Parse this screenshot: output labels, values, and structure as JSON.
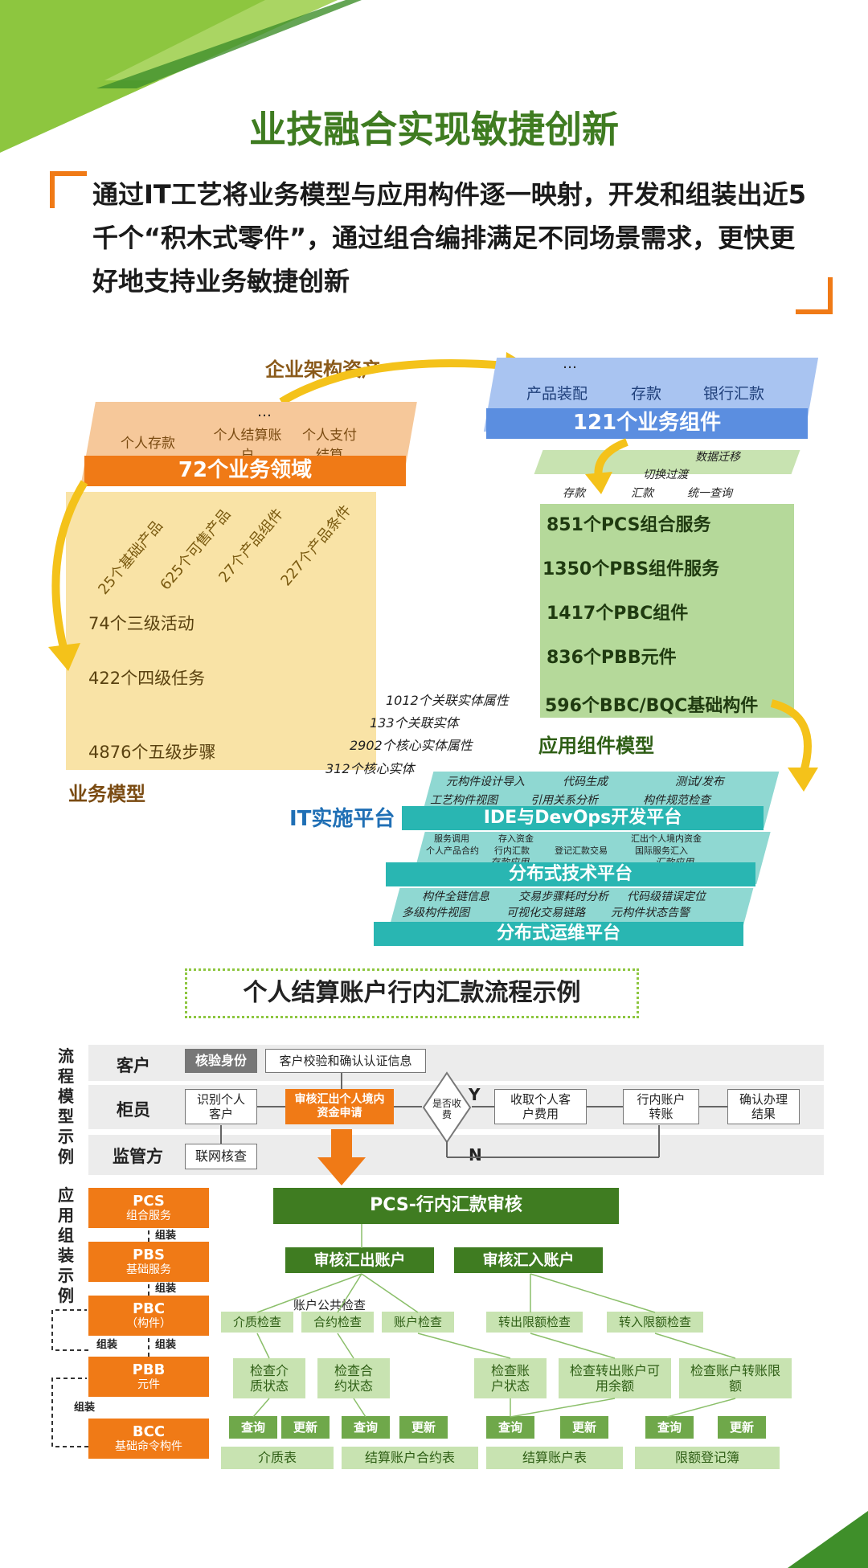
{
  "title": "业技融合实现敏捷创新",
  "intro": "通过IT工艺将业务模型与应用构件逐一映射，开发和组装出近5千个“积木式零件”，通过组合编排满足不同场景需求，更快更好地支持业务敏捷创新",
  "architecture": {
    "enterprise_assets": "企业架构资产",
    "business_domain": {
      "title": "72个业务领域",
      "ellipsis": "…",
      "items": [
        "个人存款",
        "个人结算账户",
        "个人支付结算"
      ]
    },
    "business_component": {
      "title": "121个业务组件",
      "ellipsis": "…",
      "items": [
        "产品装配",
        "存款",
        "银行汇款"
      ]
    },
    "business_model": {
      "label": "业务模型",
      "products": [
        "25个基础产品",
        "625个可售产品",
        "27个产品组件",
        "227个产品条件"
      ],
      "levels": [
        "74个三级活动",
        "422个四级任务",
        "4876个五级步骤"
      ]
    },
    "entities": [
      "1012个关联实体属性",
      "133个关联实体",
      "2902个核心实体属性",
      "312个核心实体"
    ],
    "app_model": {
      "label": "应用组件模型",
      "top_items": [
        "数据迁移",
        "切换过渡",
        "存款",
        "汇款",
        "统一查询"
      ],
      "layers": [
        "851个PCS组合服务",
        "1350个PBS组件服务",
        "1417个PBC组件",
        "836个PBB元件",
        "596个BBC/BQC基础构件"
      ]
    },
    "it_platform": {
      "label": "IT实施平台",
      "ide": {
        "title": "IDE与DevOps开发平台",
        "items": [
          "元构件设计导入",
          "代码生成",
          "测试/发布",
          "工艺构件视图",
          "引用关系分析",
          "构件规范检查"
        ]
      },
      "tech": {
        "title": "分布式技术平台",
        "items": [
          "服务调用",
          "存入资金",
          "汇出个人境内资金",
          "个人产品合约",
          "行内汇款",
          "登记汇款交易",
          "国际服务汇入",
          "存款应用",
          "汇款应用"
        ]
      },
      "ops": {
        "title": "分布式运维平台",
        "items": [
          "构件全链信息",
          "交易步骤耗时分析",
          "代码级错误定位",
          "多级构件视图",
          "可视化交易链路",
          "元构件状态告警"
        ]
      }
    }
  },
  "example": {
    "title": "个人结算账户行内汇款流程示例",
    "side_flow": "流程模型示例",
    "side_app": "应用组装示例",
    "roles": [
      "客户",
      "柜员",
      "监管方"
    ],
    "flow": {
      "verify_id": "核验身份",
      "customer_confirm": "客户校验和确认认证信息",
      "identify": "识别个人客户",
      "review": "审核汇出个人境内资金申请",
      "fee_q": "是否收费",
      "yes": "Y",
      "no": "N",
      "collect_fee": "收取个人客户费用",
      "transfer": "行内账户转账",
      "confirm": "确认办理结果",
      "network_check": "联网核查"
    },
    "layers": [
      {
        "name": "PCS",
        "sub": "组合服务"
      },
      {
        "name": "PBS",
        "sub": "基础服务"
      },
      {
        "name": "PBC",
        "sub": "（构件）"
      },
      {
        "name": "PBB",
        "sub": "元件"
      },
      {
        "name": "BCC",
        "sub": "基础命令构件"
      }
    ],
    "assemble": "组装",
    "pcs_title": "PCS-行内汇款审核",
    "pbs": [
      "审核汇出账户",
      "审核汇入账户"
    ],
    "pbc_group": "账户公共检查",
    "pbc": [
      "介质检查",
      "合约检查",
      "账户检查",
      "转出限额检查",
      "转入限额检查"
    ],
    "pbb": [
      "检查介质状态",
      "检查合约状态",
      "检查账户状态",
      "检查转出账户可用余额",
      "检查账户转账限额"
    ],
    "bcc_ops": [
      "查询",
      "更新"
    ],
    "tables": [
      "介质表",
      "结算账户合约表",
      "结算账户表",
      "限额登记簿"
    ]
  },
  "colors": {
    "green": "#3f7c21",
    "orange": "#f07a16",
    "blue": "#5b8ee0",
    "teal": "#29b6b2"
  }
}
